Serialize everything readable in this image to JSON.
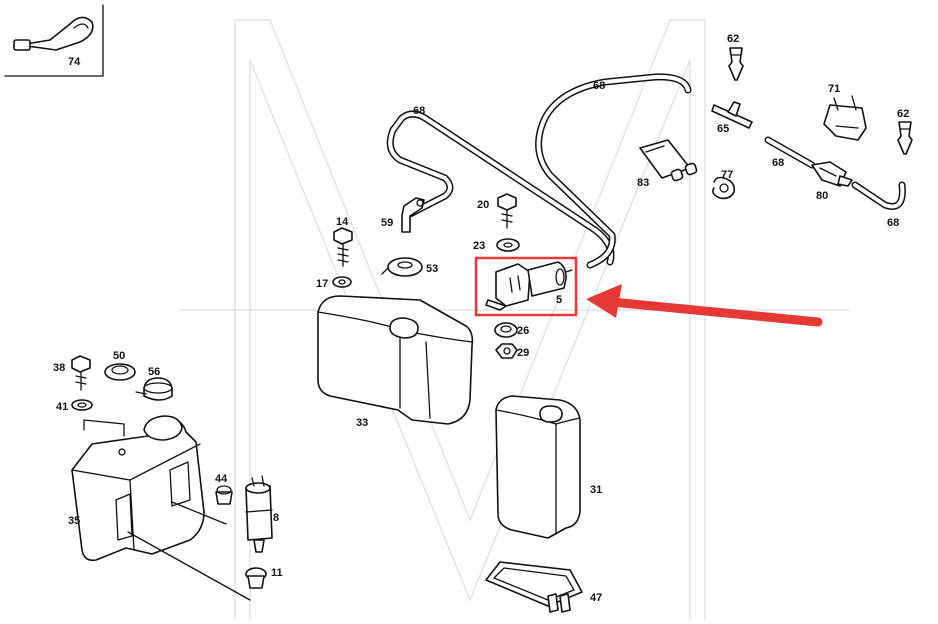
{
  "diagram": {
    "highlight_color": "#e53935",
    "watermark_glyph": "M",
    "callouts": {
      "p74": "74",
      "p62a": "62",
      "p62b": "62",
      "p68a": "68",
      "p68b": "68",
      "p68c": "68",
      "p68d": "68",
      "p71": "71",
      "p65": "65",
      "p77": "77",
      "p83": "83",
      "p80": "80",
      "p14": "14",
      "p59": "59",
      "p20": "20",
      "p23": "23",
      "p53": "53",
      "p17": "17",
      "p5": "5",
      "p26": "26",
      "p29": "29",
      "p38": "38",
      "p50": "50",
      "p56": "56",
      "p41": "41",
      "p33": "33",
      "p35": "35",
      "p44": "44",
      "p8": "8",
      "p11": "11",
      "p31": "31",
      "p47": "47"
    }
  }
}
